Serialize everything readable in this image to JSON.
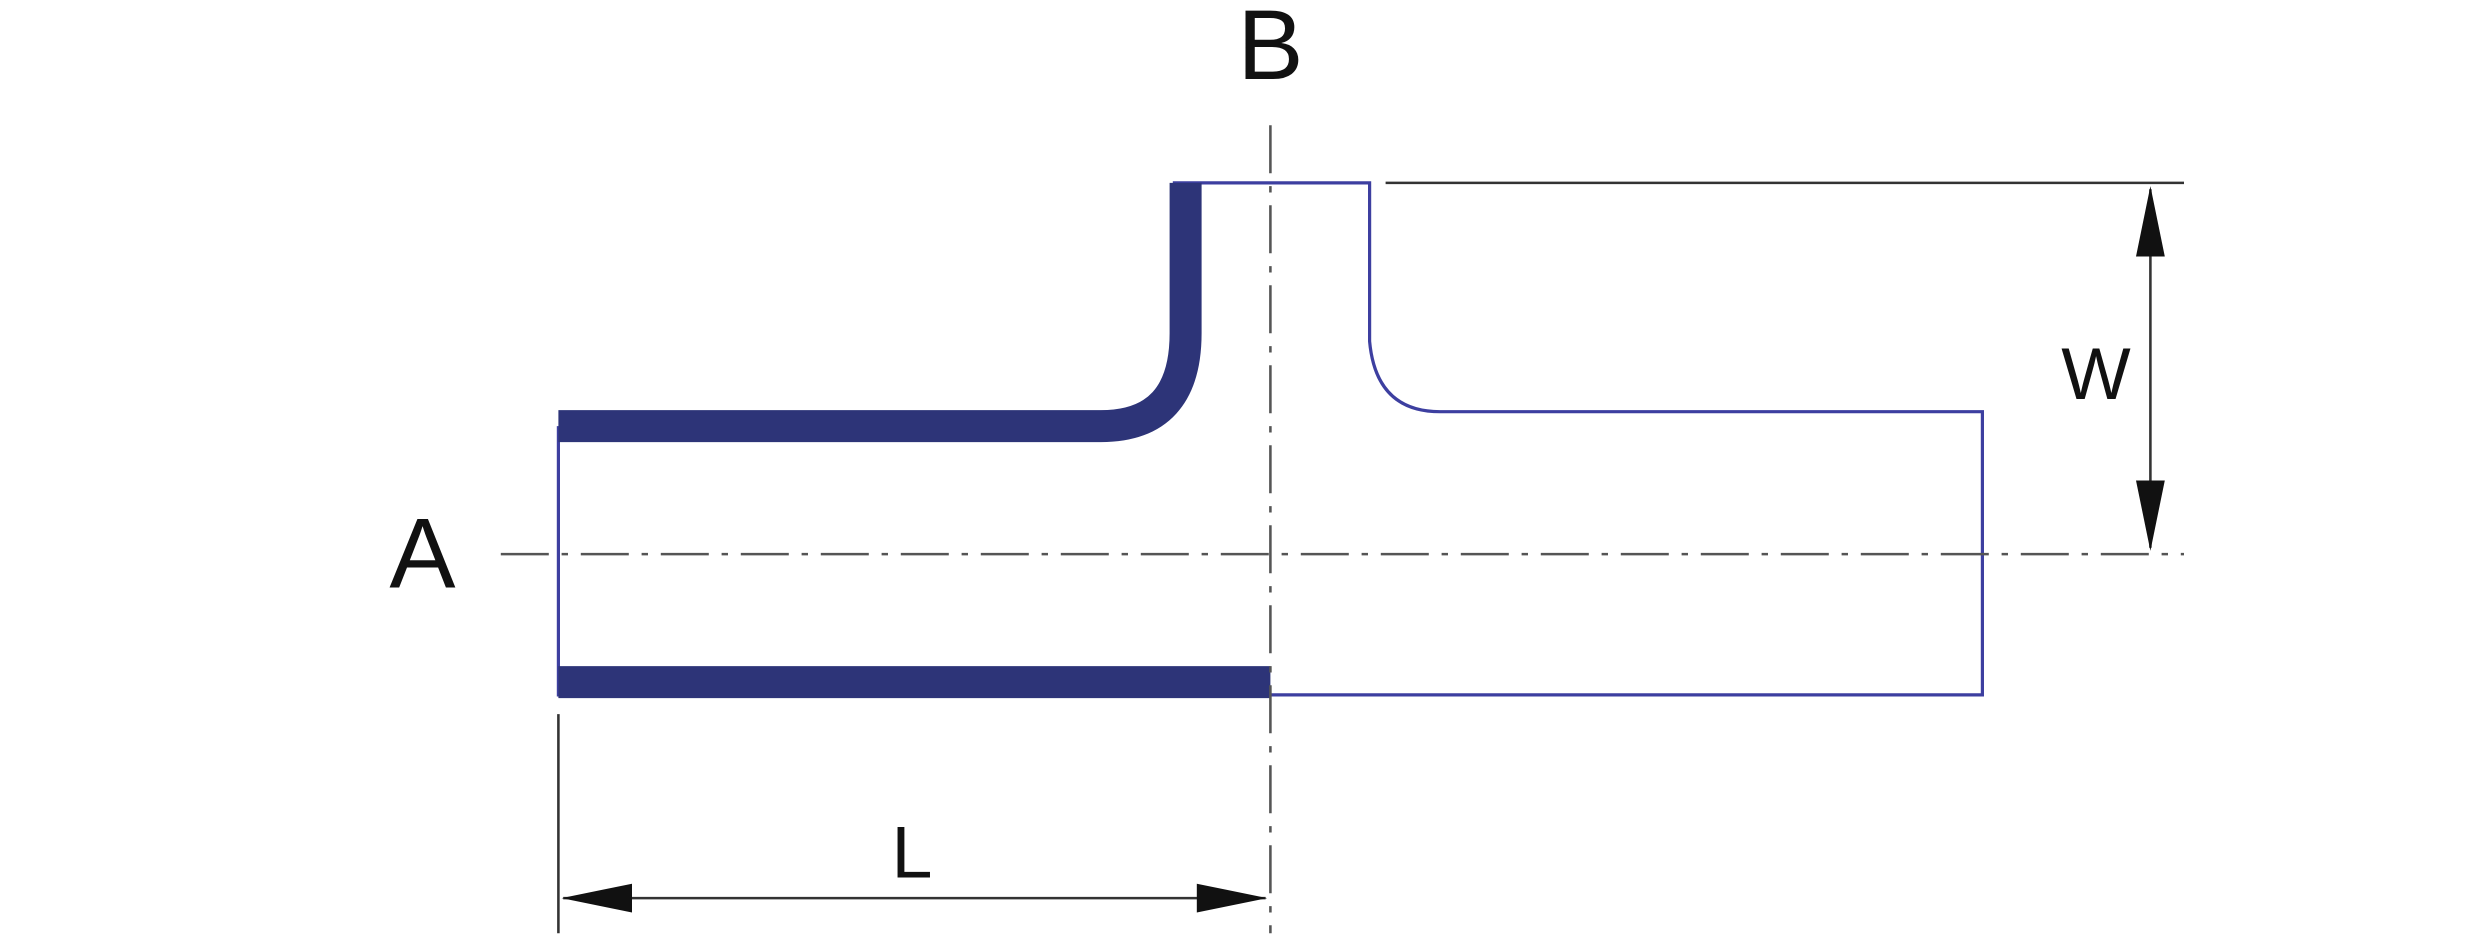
{
  "labels": {
    "axis_a": "A",
    "axis_b": "B",
    "dim_length": "L",
    "dim_width": "W"
  },
  "colors": {
    "section_fill": "#2d3478",
    "outline": "#3d3fa0",
    "dimension": "#333333",
    "centerline": "#555555",
    "text": "#111111",
    "background": "#ffffff"
  }
}
